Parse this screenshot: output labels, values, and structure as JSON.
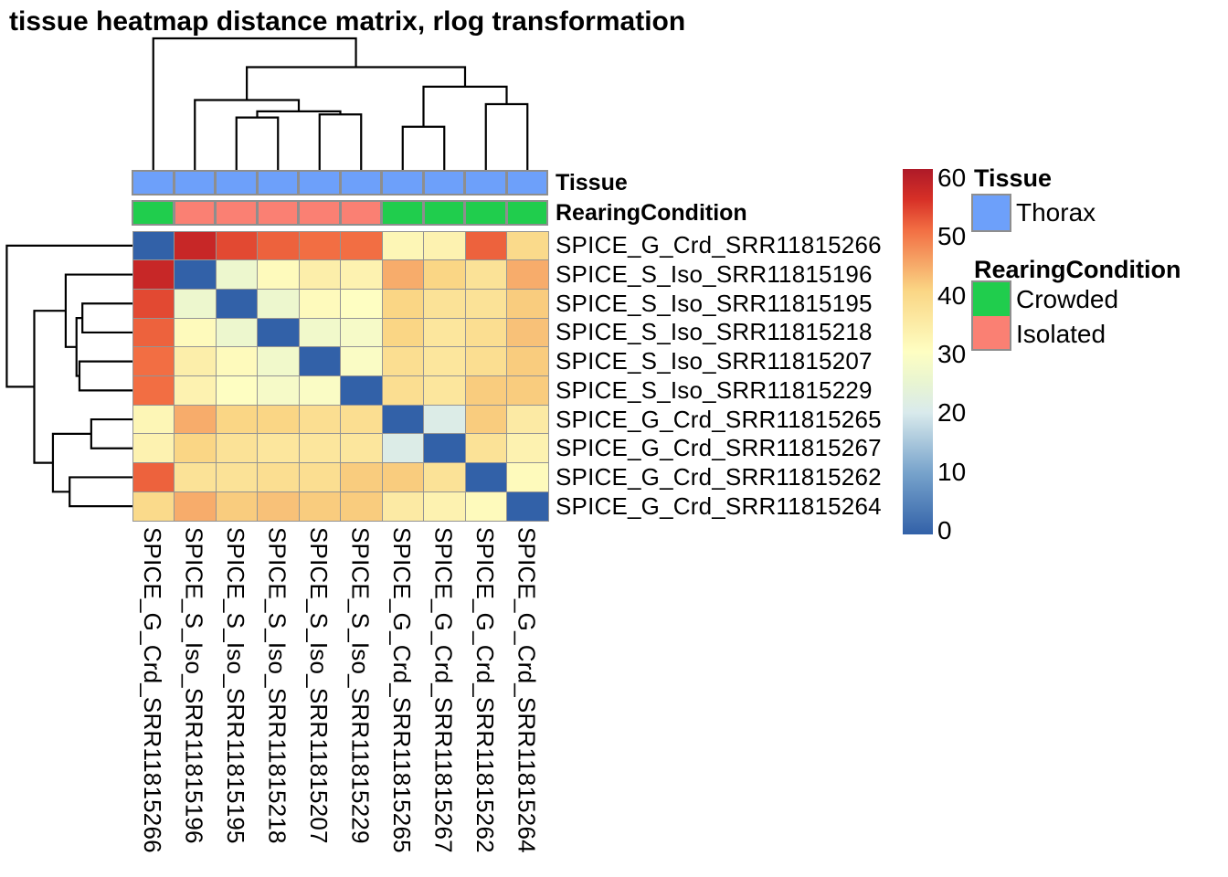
{
  "title": "tissue heatmap distance matrix, rlog transformation",
  "annotation_tracks": {
    "tissue": {
      "label": "Tissue",
      "values": [
        "Thorax",
        "Thorax",
        "Thorax",
        "Thorax",
        "Thorax",
        "Thorax",
        "Thorax",
        "Thorax",
        "Thorax",
        "Thorax"
      ]
    },
    "rearing": {
      "label": "RearingCondition",
      "values": [
        "Crowded",
        "Isolated",
        "Isolated",
        "Isolated",
        "Isolated",
        "Isolated",
        "Crowded",
        "Crowded",
        "Crowded",
        "Crowded"
      ]
    }
  },
  "annotation_colors": {
    "Thorax": "#6DA0FA",
    "Crowded": "#20CD4D",
    "Isolated": "#FA8073"
  },
  "legend": {
    "tissue_title": "Tissue",
    "tissue_items": [
      {
        "label": "Thorax",
        "color": "#6DA0FA"
      }
    ],
    "rearing_title": "RearingCondition",
    "rearing_items": [
      {
        "label": "Crowded",
        "color": "#20CD4D"
      },
      {
        "label": "Isolated",
        "color": "#FA8073"
      }
    ],
    "scale_ticks": [
      "60",
      "50",
      "40",
      "30",
      "20",
      "10",
      "0"
    ]
  },
  "chart_data": {
    "type": "heatmap",
    "title": "tissue heatmap distance matrix, rlog transformation",
    "rows": [
      "SPICE_G_Crd_SRR11815266",
      "SPICE_S_Iso_SRR11815196",
      "SPICE_S_Iso_SRR11815195",
      "SPICE_S_Iso_SRR11815218",
      "SPICE_S_Iso_SRR11815207",
      "SPICE_S_Iso_SRR11815229",
      "SPICE_G_Crd_SRR11815265",
      "SPICE_G_Crd_SRR11815267",
      "SPICE_G_Crd_SRR11815262",
      "SPICE_G_Crd_SRR11815264"
    ],
    "columns": [
      "SPICE_G_Crd_SRR11815266",
      "SPICE_S_Iso_SRR11815196",
      "SPICE_S_Iso_SRR11815195",
      "SPICE_S_Iso_SRR11815218",
      "SPICE_S_Iso_SRR11815207",
      "SPICE_S_Iso_SRR11815229",
      "SPICE_G_Crd_SRR11815265",
      "SPICE_G_Crd_SRR11815267",
      "SPICE_G_Crd_SRR11815262",
      "SPICE_G_Crd_SRR11815264"
    ],
    "values": [
      [
        0,
        57,
        53,
        51,
        50,
        50,
        32,
        33,
        51,
        39
      ],
      [
        57,
        0,
        26,
        31,
        34,
        33,
        44,
        40,
        37,
        44
      ],
      [
        53,
        26,
        0,
        26,
        31,
        30,
        40,
        37,
        37,
        41
      ],
      [
        51,
        31,
        26,
        0,
        27,
        28,
        40,
        36,
        38,
        42
      ],
      [
        50,
        34,
        31,
        27,
        0,
        29,
        38,
        36,
        38,
        41
      ],
      [
        50,
        33,
        30,
        28,
        29,
        0,
        38,
        36,
        41,
        41
      ],
      [
        32,
        44,
        40,
        40,
        38,
        38,
        0,
        21,
        41,
        35
      ],
      [
        33,
        40,
        37,
        36,
        36,
        36,
        21,
        0,
        37,
        33
      ],
      [
        51,
        37,
        37,
        38,
        38,
        41,
        41,
        37,
        0,
        31
      ],
      [
        39,
        44,
        41,
        42,
        41,
        41,
        35,
        33,
        31,
        0
      ]
    ],
    "value_range": [
      0,
      60
    ],
    "color_stops": [
      {
        "value": 0,
        "color": "#3261A8"
      },
      {
        "value": 10,
        "color": "#76A2CB"
      },
      {
        "value": 20,
        "color": "#D9EAEC"
      },
      {
        "value": 25,
        "color": "#E9F5D1"
      },
      {
        "value": 30,
        "color": "#FEFEC2"
      },
      {
        "value": 40,
        "color": "#FAD685"
      },
      {
        "value": 50,
        "color": "#F26E43"
      },
      {
        "value": 55,
        "color": "#D73027"
      },
      {
        "value": 60,
        "color": "#AE1A28"
      }
    ],
    "dendrogram": {
      "h": 64,
      "c": [
        0,
        {
          "h": 50,
          "c": [
            {
              "h": 34,
              "c": [
                1,
                {
                  "h": 28.5,
                  "c": [
                    {
                      "h": 25.5,
                      "c": [
                        2,
                        3
                      ]
                    },
                    {
                      "h": 27,
                      "c": [
                        4,
                        5
                      ]
                    }
                  ]
                }
              ]
            },
            {
              "h": 40.5,
              "c": [
                {
                  "h": 21,
                  "c": [
                    6,
                    7
                  ]
                },
                {
                  "h": 32,
                  "c": [
                    8,
                    9
                  ]
                }
              ]
            }
          ]
        }
      ]
    }
  }
}
